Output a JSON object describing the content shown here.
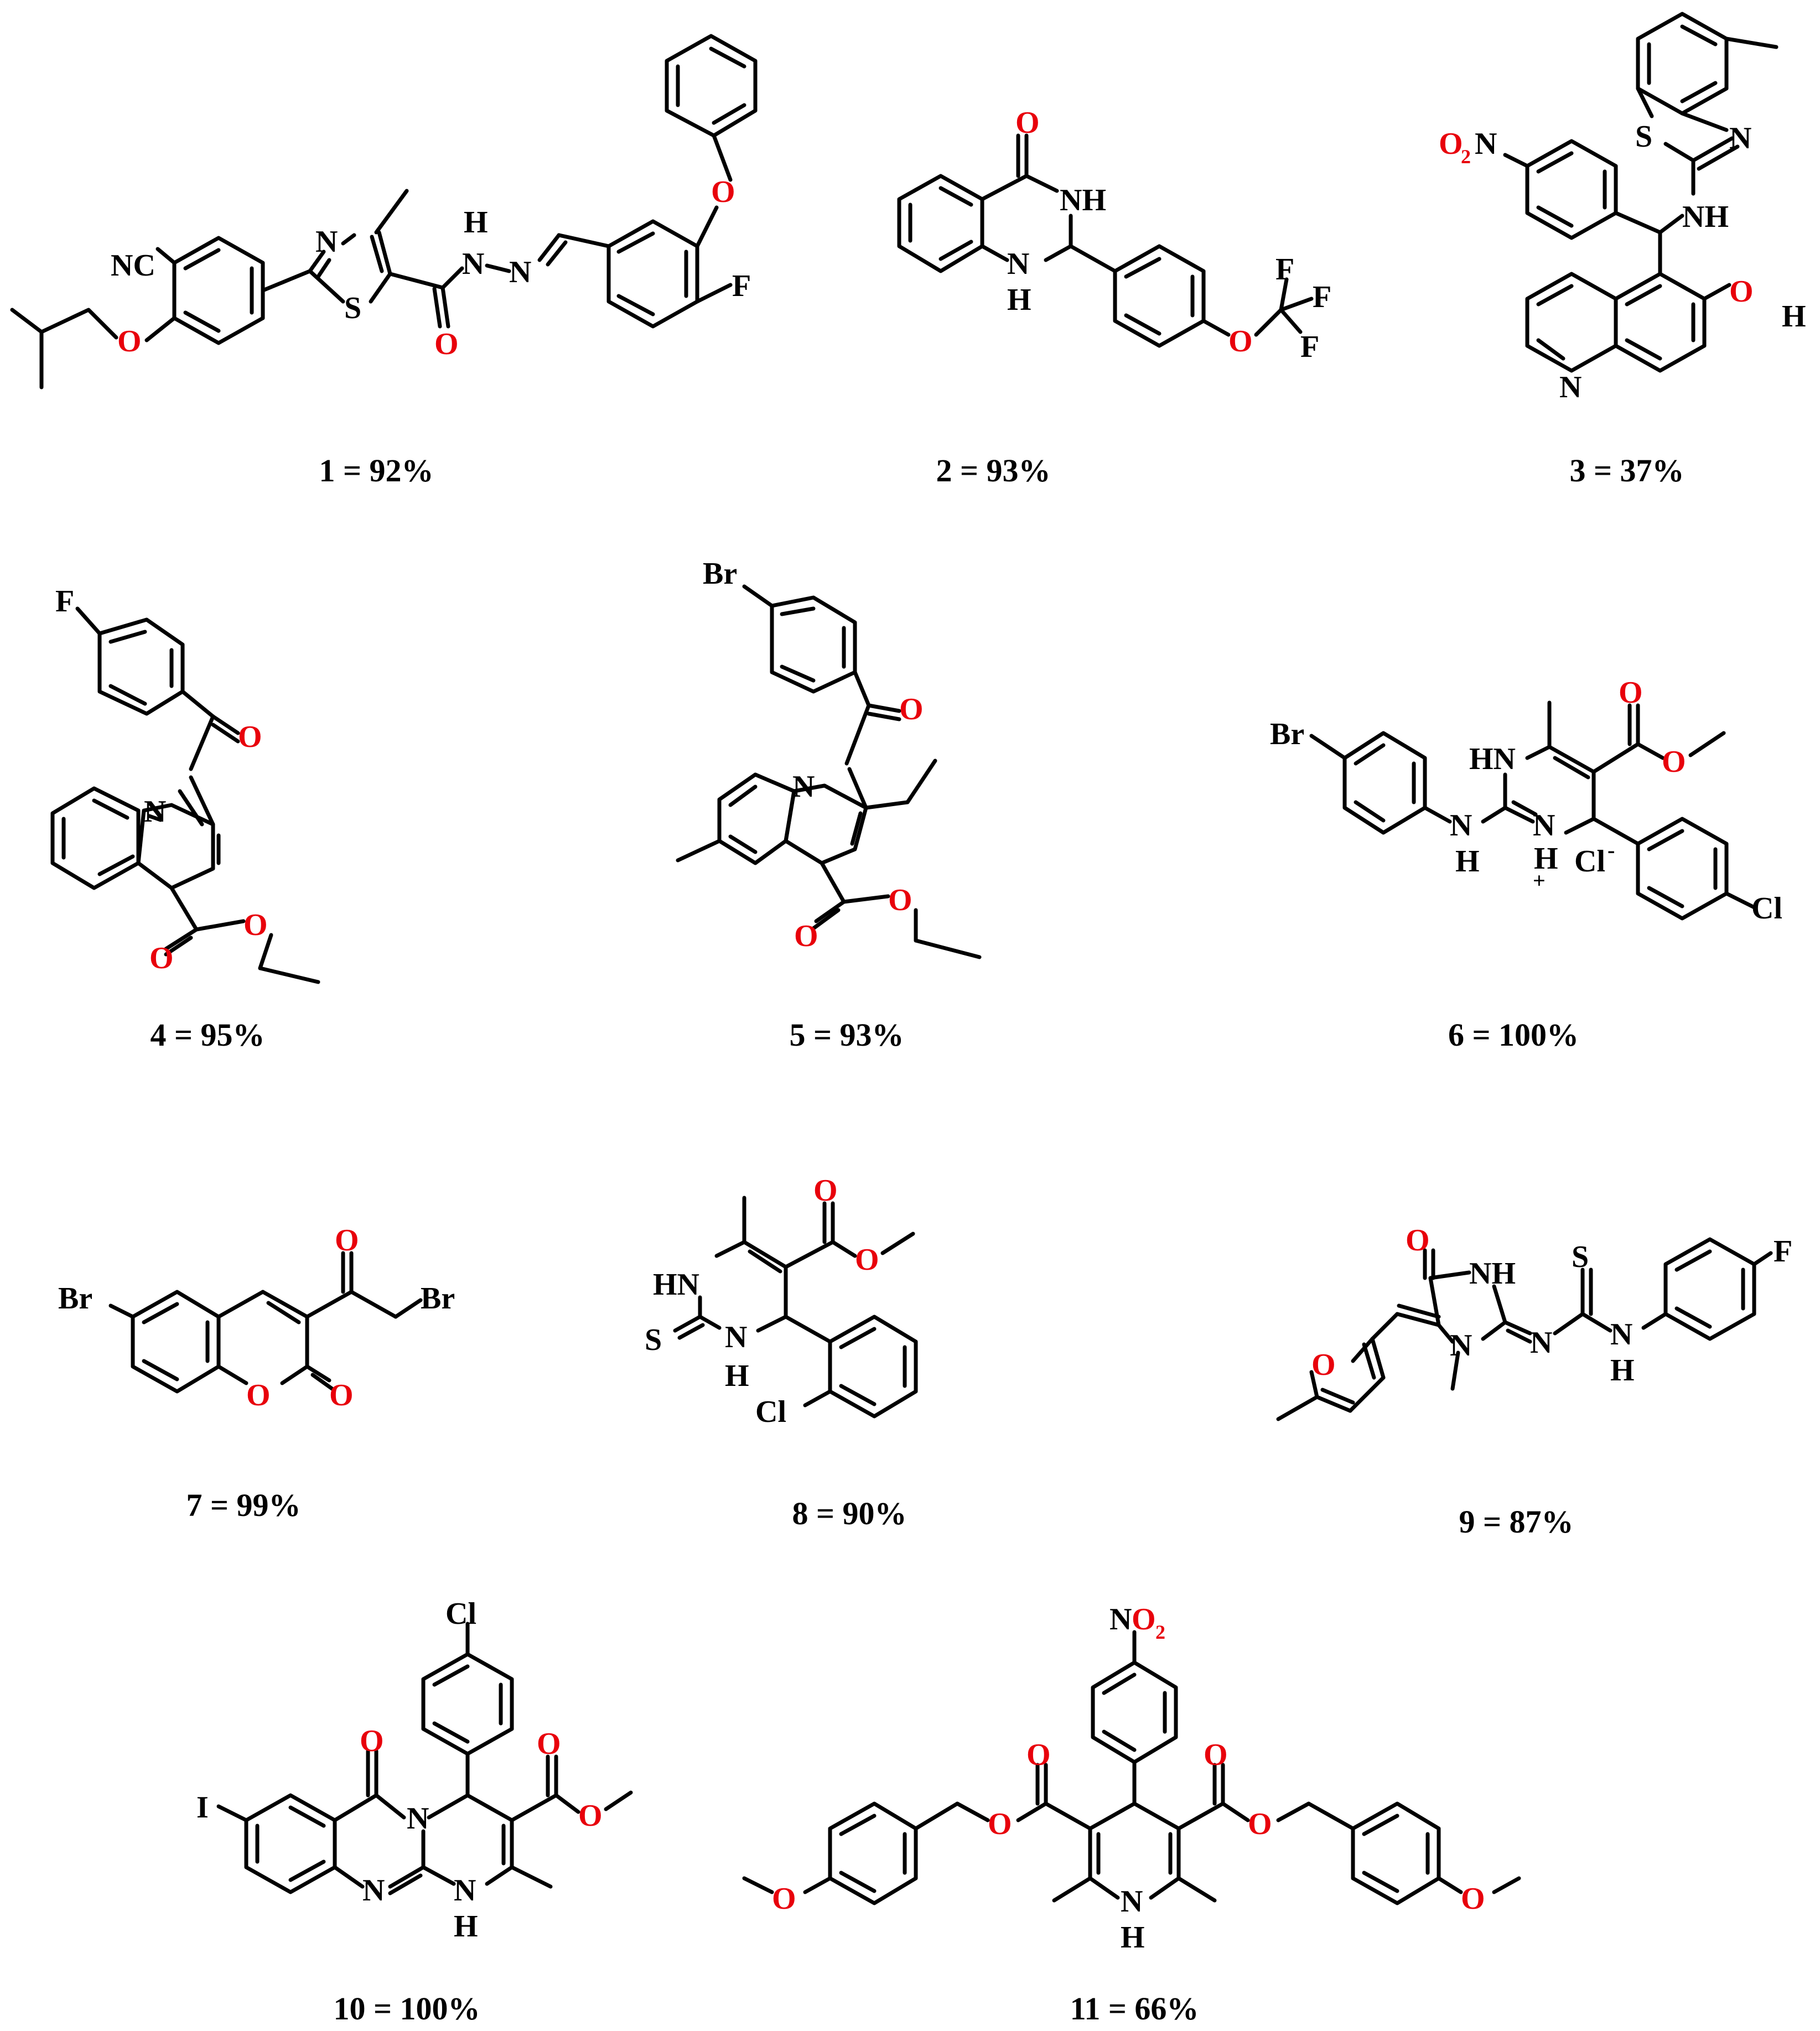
{
  "colors": {
    "heteroatom_oxygen": "#e8000b",
    "bond": "#000000",
    "background": "#ffffff"
  },
  "compounds": [
    {
      "label": "1 = 92%",
      "atoms": [
        {
          "t": "NC",
          "c": "black"
        },
        {
          "t": "O",
          "c": "red"
        },
        {
          "t": "N",
          "c": "black"
        },
        {
          "t": "S",
          "c": "black"
        },
        {
          "t": "H",
          "c": "black"
        },
        {
          "t": "N",
          "c": "black"
        },
        {
          "t": "N",
          "c": "black"
        },
        {
          "t": "O",
          "c": "red"
        },
        {
          "t": "O",
          "c": "red"
        },
        {
          "t": "F",
          "c": "black"
        }
      ]
    },
    {
      "label": "2 = 93%",
      "atoms": [
        {
          "t": "O",
          "c": "red"
        },
        {
          "t": "NH",
          "c": "black"
        },
        {
          "t": "N",
          "c": "black"
        },
        {
          "t": "H",
          "c": "black"
        },
        {
          "t": "O",
          "c": "red"
        },
        {
          "t": "F",
          "c": "black"
        },
        {
          "t": "F",
          "c": "black"
        },
        {
          "t": "F",
          "c": "black"
        }
      ]
    },
    {
      "label": "3 = 37%",
      "atoms": [
        {
          "t": "O",
          "c": "red"
        },
        {
          "t": "2",
          "c": "red"
        },
        {
          "t": "N",
          "c": "black"
        },
        {
          "t": "S",
          "c": "black"
        },
        {
          "t": "N",
          "c": "black"
        },
        {
          "t": "NH",
          "c": "black"
        },
        {
          "t": "O",
          "c": "red"
        },
        {
          "t": "H",
          "c": "black"
        },
        {
          "t": "N",
          "c": "black"
        }
      ]
    },
    {
      "label": "4 = 95%",
      "atoms": [
        {
          "t": "F",
          "c": "black"
        },
        {
          "t": "O",
          "c": "red"
        },
        {
          "t": "N",
          "c": "black"
        },
        {
          "t": "O",
          "c": "red"
        },
        {
          "t": "O",
          "c": "red"
        }
      ]
    },
    {
      "label": "5 = 93%",
      "atoms": [
        {
          "t": "Br",
          "c": "black"
        },
        {
          "t": "O",
          "c": "red"
        },
        {
          "t": "N",
          "c": "black"
        },
        {
          "t": "O",
          "c": "red"
        },
        {
          "t": "O",
          "c": "red"
        }
      ]
    },
    {
      "label": "6 = 100%",
      "atoms": [
        {
          "t": "Br",
          "c": "black"
        },
        {
          "t": "HN",
          "c": "black"
        },
        {
          "t": "O",
          "c": "red"
        },
        {
          "t": "O",
          "c": "red"
        },
        {
          "t": "N",
          "c": "black"
        },
        {
          "t": "H",
          "c": "black"
        },
        {
          "t": "N",
          "c": "black"
        },
        {
          "t": "H",
          "c": "black"
        },
        {
          "t": "+",
          "c": "black"
        },
        {
          "t": "Cl",
          "c": "black"
        },
        {
          "t": "-",
          "c": "black"
        },
        {
          "t": "Cl",
          "c": "black"
        }
      ]
    },
    {
      "label": "7 = 99%",
      "atoms": [
        {
          "t": "O",
          "c": "red"
        },
        {
          "t": "Br",
          "c": "black"
        },
        {
          "t": "Br",
          "c": "black"
        },
        {
          "t": "O",
          "c": "red"
        },
        {
          "t": "O",
          "c": "red"
        }
      ]
    },
    {
      "label": "8 = 90%",
      "atoms": [
        {
          "t": "O",
          "c": "red"
        },
        {
          "t": "O",
          "c": "red"
        },
        {
          "t": "HN",
          "c": "black"
        },
        {
          "t": "S",
          "c": "black"
        },
        {
          "t": "N",
          "c": "black"
        },
        {
          "t": "H",
          "c": "black"
        },
        {
          "t": "Cl",
          "c": "black"
        }
      ]
    },
    {
      "label": "9 = 87%",
      "atoms": [
        {
          "t": "O",
          "c": "red"
        },
        {
          "t": "NH",
          "c": "black"
        },
        {
          "t": "S",
          "c": "black"
        },
        {
          "t": "F",
          "c": "black"
        },
        {
          "t": "O",
          "c": "red"
        },
        {
          "t": "N",
          "c": "black"
        },
        {
          "t": "N",
          "c": "black"
        },
        {
          "t": "N",
          "c": "black"
        },
        {
          "t": "H",
          "c": "black"
        }
      ]
    },
    {
      "label": "10 = 100%",
      "atoms": [
        {
          "t": "Cl",
          "c": "black"
        },
        {
          "t": "O",
          "c": "red"
        },
        {
          "t": "I",
          "c": "black"
        },
        {
          "t": "N",
          "c": "black"
        },
        {
          "t": "O",
          "c": "red"
        },
        {
          "t": "O",
          "c": "red"
        },
        {
          "t": "N",
          "c": "black"
        },
        {
          "t": "N",
          "c": "black"
        },
        {
          "t": "H",
          "c": "black"
        }
      ]
    },
    {
      "label": "11 = 66%",
      "atoms": [
        {
          "t": "N",
          "c": "black"
        },
        {
          "t": "O",
          "c": "red"
        },
        {
          "t": "2",
          "c": "red"
        },
        {
          "t": "O",
          "c": "red"
        },
        {
          "t": "O",
          "c": "red"
        },
        {
          "t": "O",
          "c": "red"
        },
        {
          "t": "O",
          "c": "red"
        },
        {
          "t": "O",
          "c": "red"
        },
        {
          "t": "O",
          "c": "red"
        },
        {
          "t": "N",
          "c": "black"
        },
        {
          "t": "H",
          "c": "black"
        }
      ]
    }
  ]
}
